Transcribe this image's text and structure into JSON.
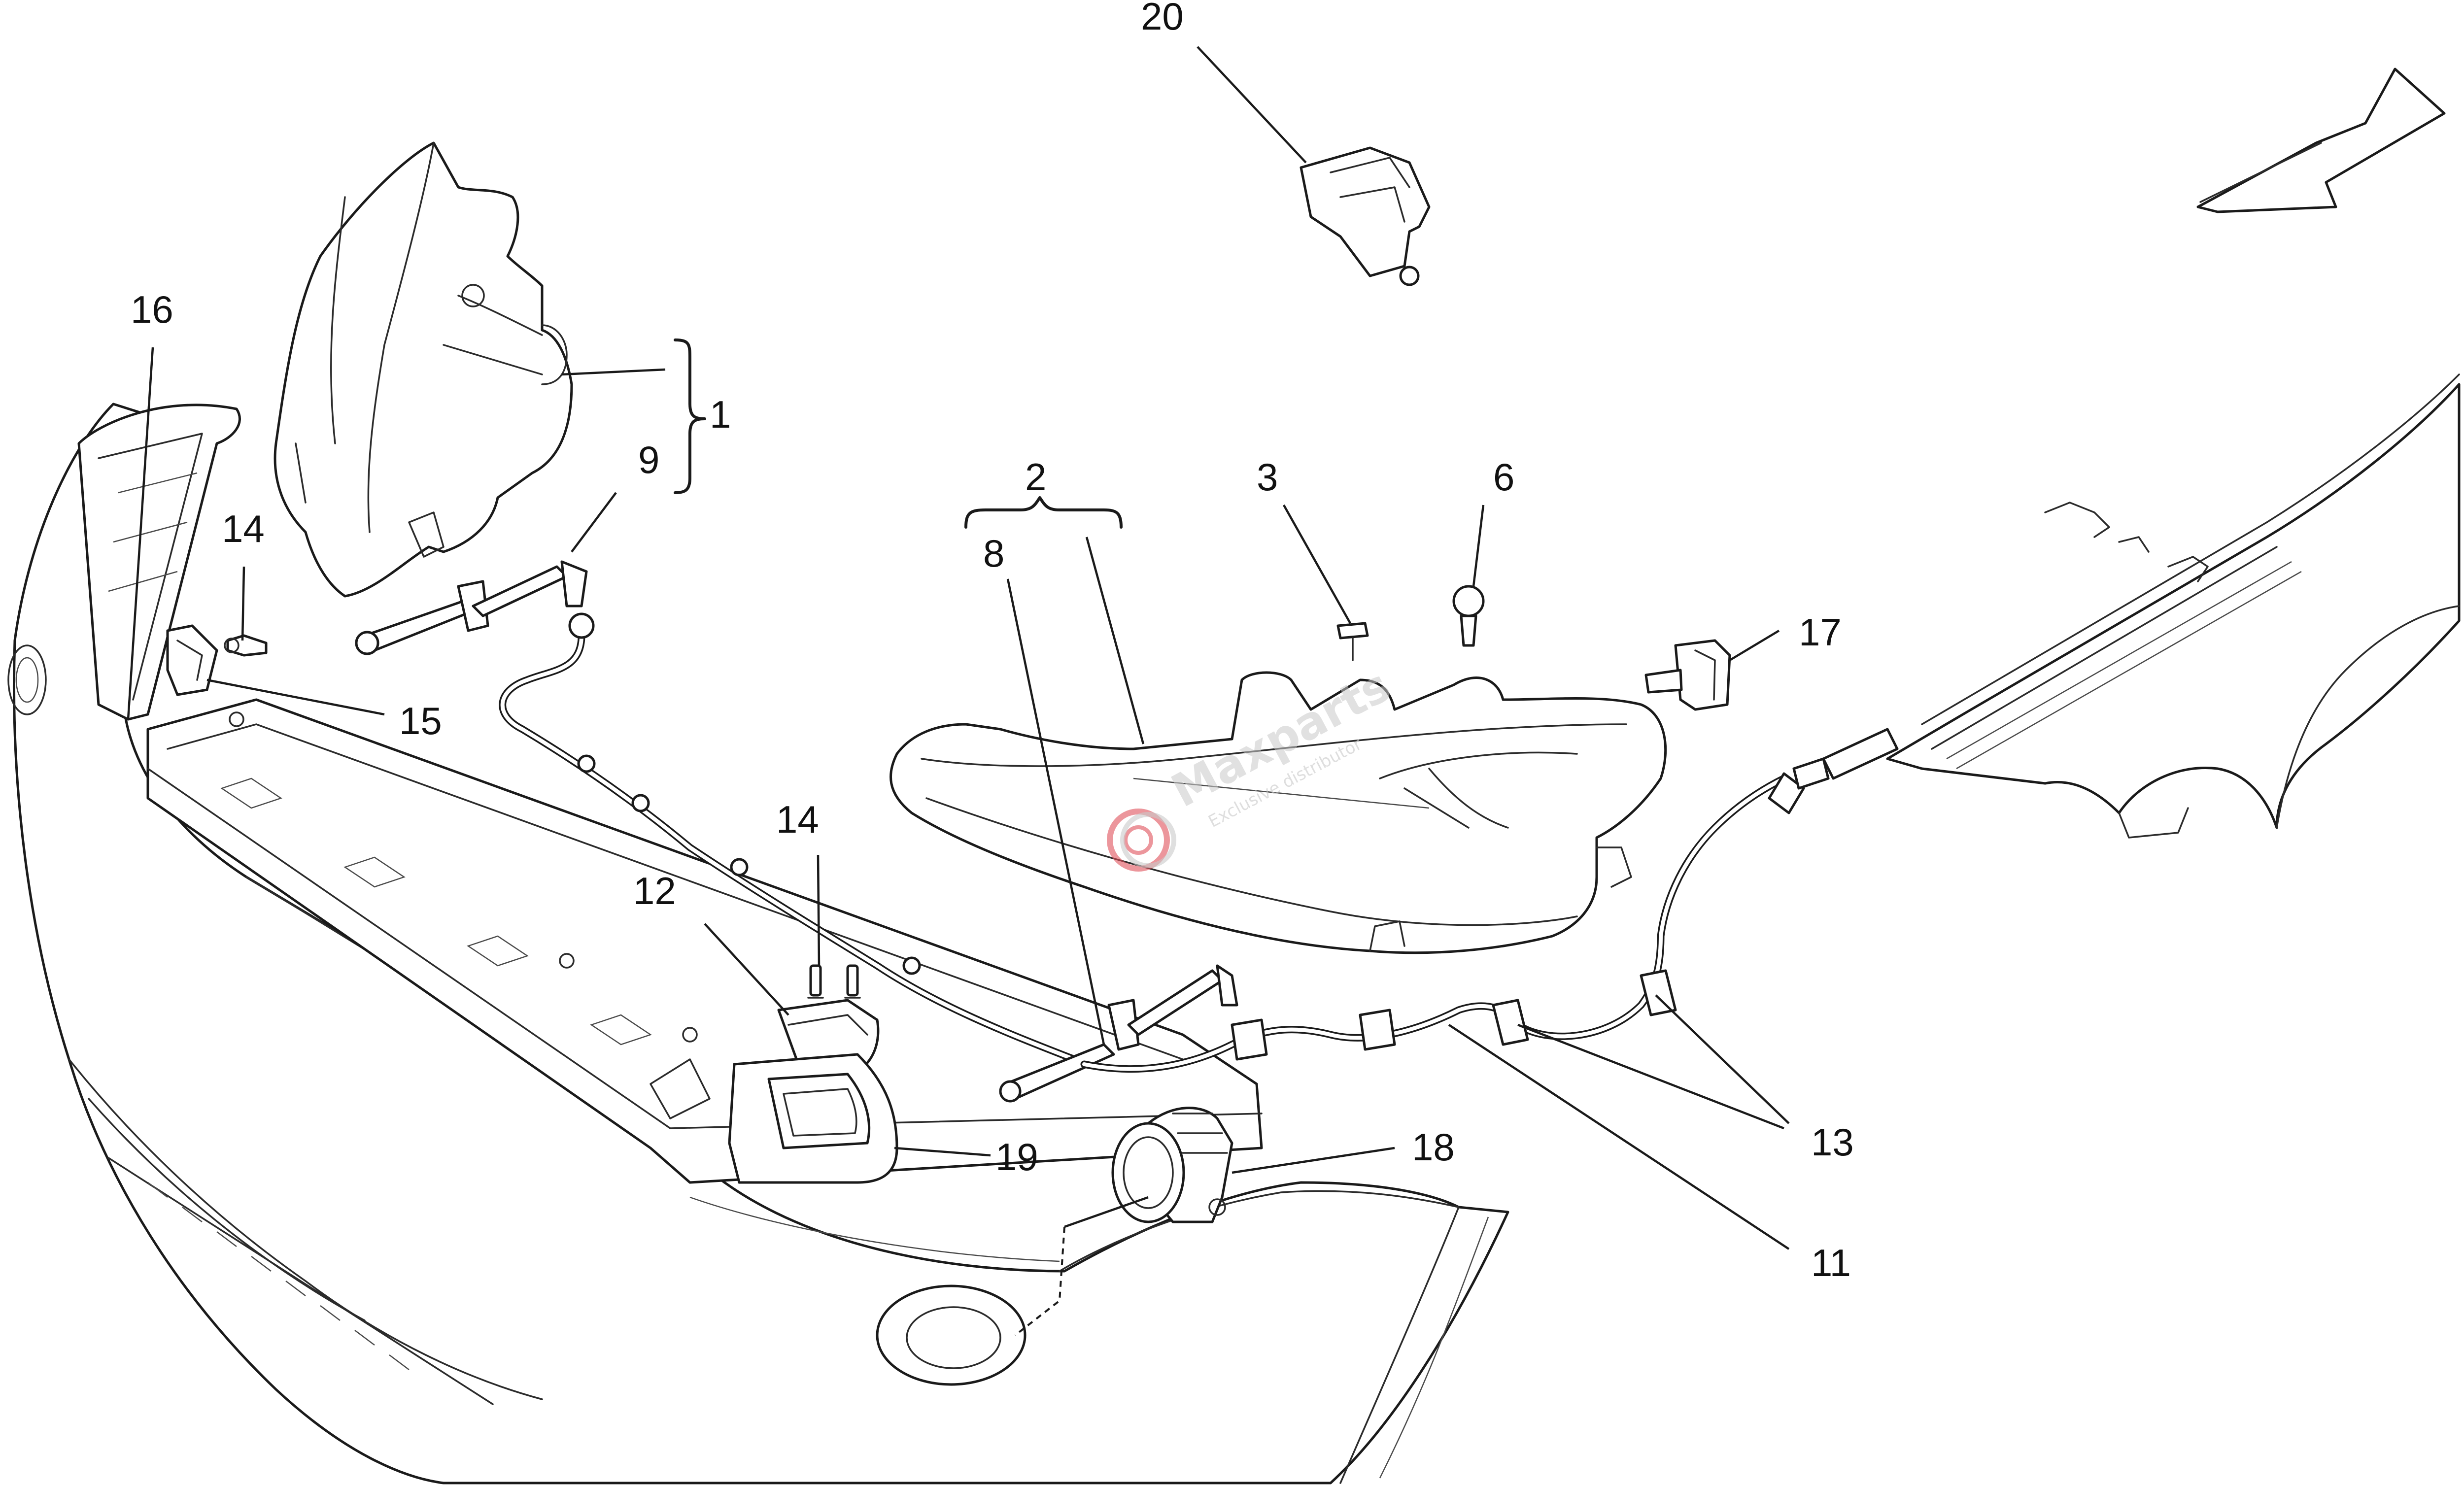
{
  "diagram": {
    "callouts": [
      {
        "id": "1",
        "label": "1"
      },
      {
        "id": "2",
        "label": "2"
      },
      {
        "id": "3",
        "label": "3"
      },
      {
        "id": "6",
        "label": "6"
      },
      {
        "id": "8",
        "label": "8"
      },
      {
        "id": "9",
        "label": "9"
      },
      {
        "id": "11",
        "label": "11"
      },
      {
        "id": "12",
        "label": "12"
      },
      {
        "id": "13",
        "label": "13"
      },
      {
        "id": "14a",
        "label": "14"
      },
      {
        "id": "14b",
        "label": "14"
      },
      {
        "id": "15",
        "label": "15"
      },
      {
        "id": "16",
        "label": "16"
      },
      {
        "id": "17",
        "label": "17"
      },
      {
        "id": "18",
        "label": "18"
      },
      {
        "id": "19",
        "label": "19"
      },
      {
        "id": "20",
        "label": "20"
      }
    ],
    "watermark": {
      "text": "Maxparts",
      "subtext": "Exclusive distributor"
    },
    "colors": {
      "line": "#1a1a1a",
      "watermark_red": "#e0505a",
      "watermark_gray": "#c9c9c9"
    }
  }
}
